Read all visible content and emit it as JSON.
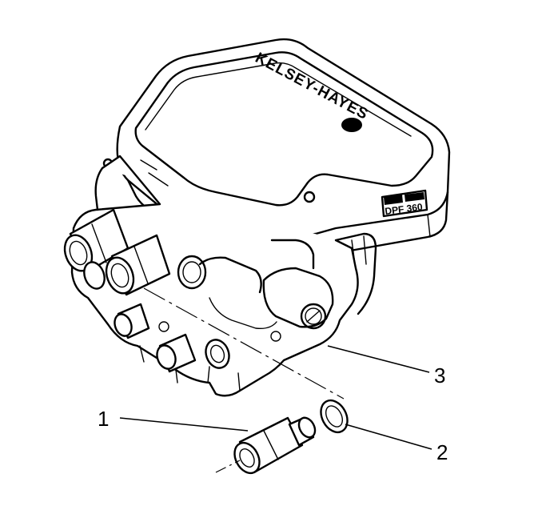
{
  "figure": {
    "brand_text": "KELSEY-HAYES",
    "label_plate_text": "DPF 360",
    "callouts": [
      {
        "number": "1"
      },
      {
        "number": "2"
      },
      {
        "number": "3"
      }
    ]
  }
}
